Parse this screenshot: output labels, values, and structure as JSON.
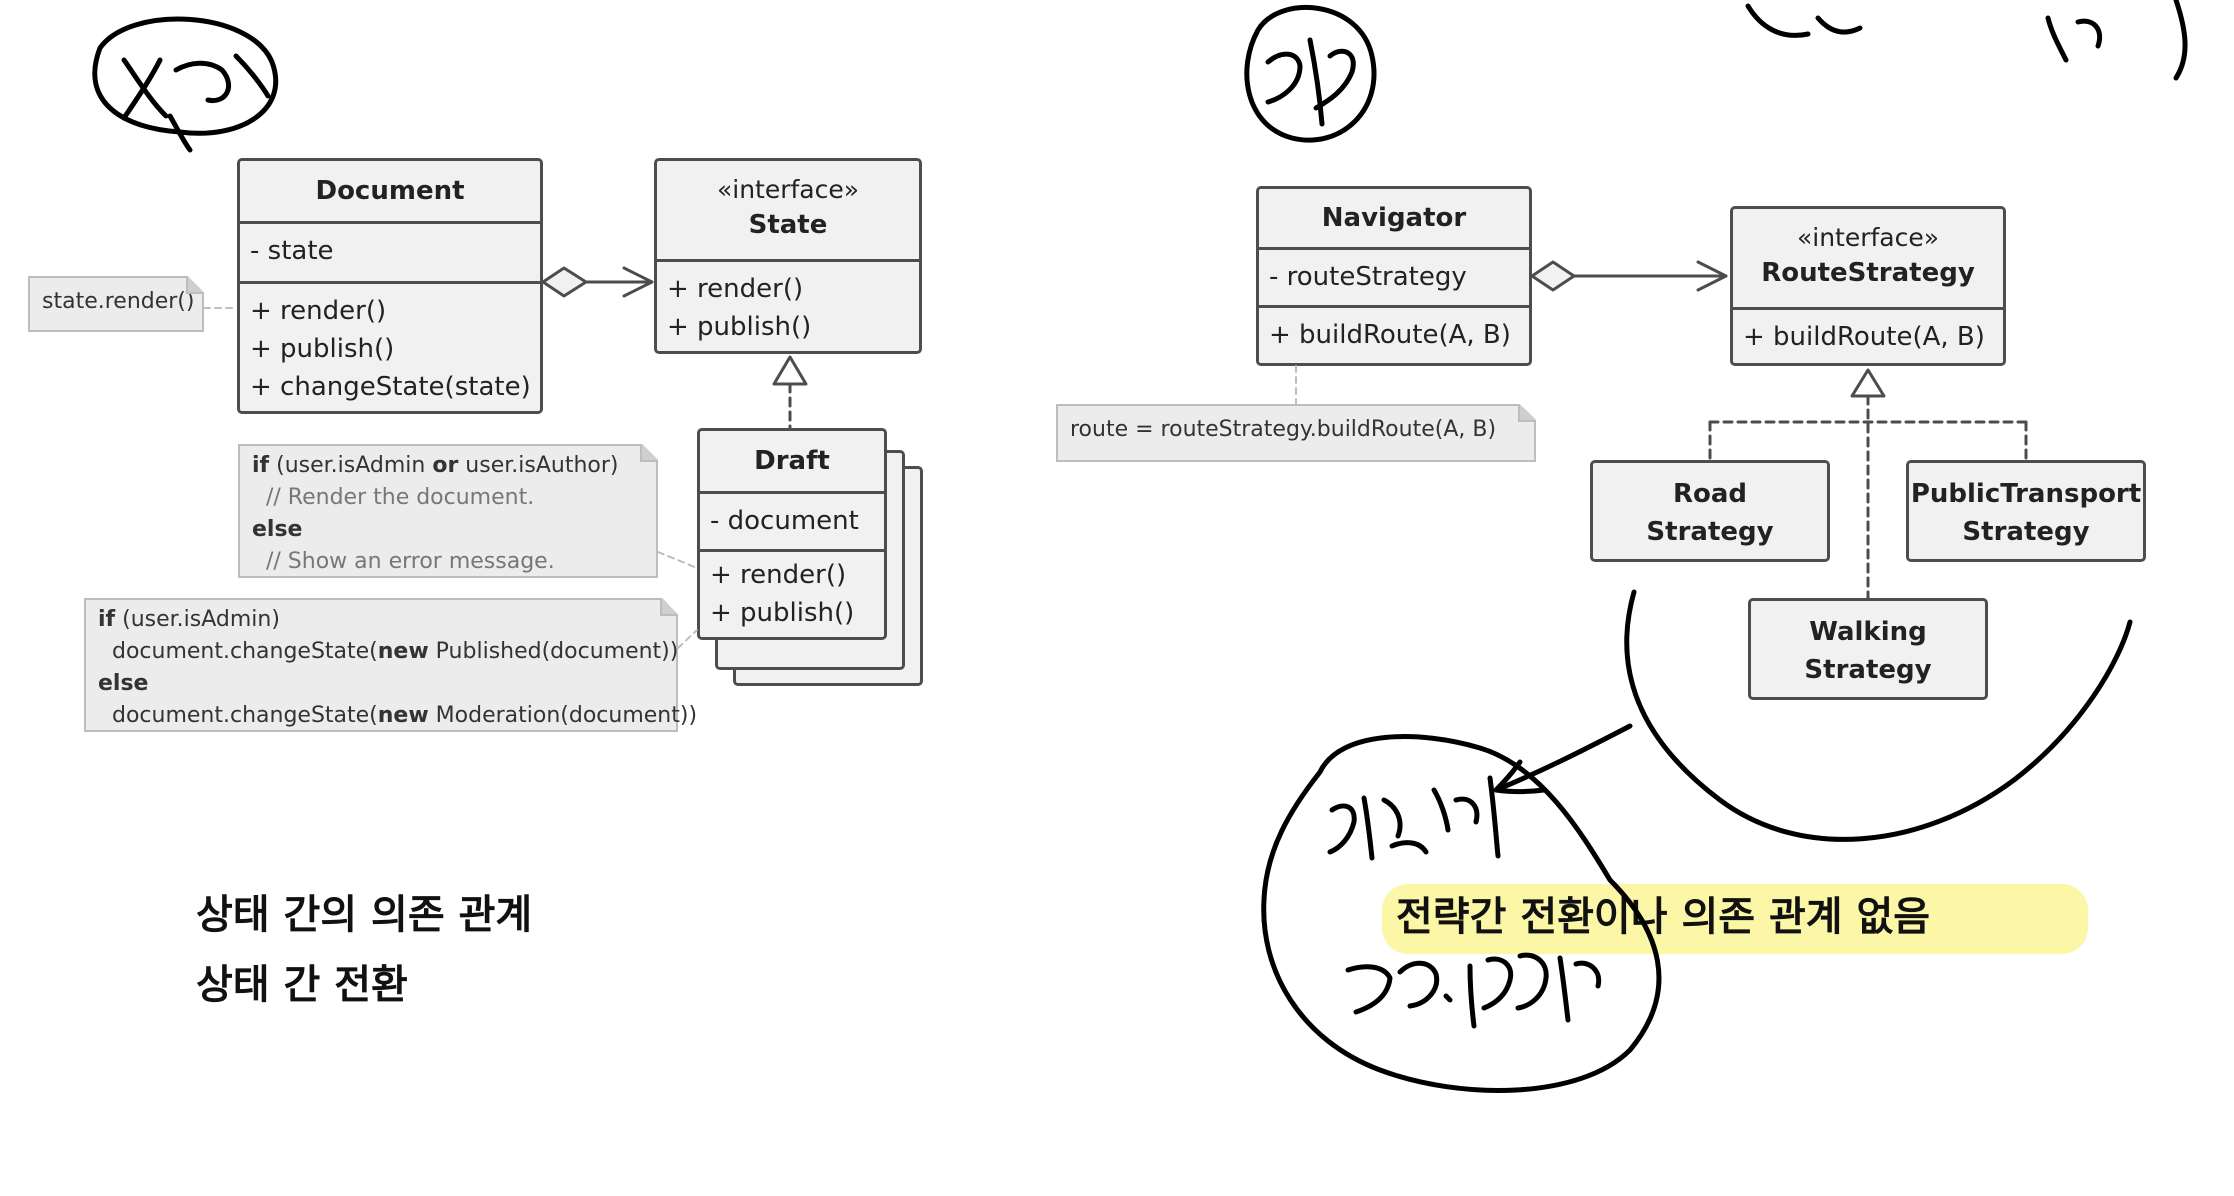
{
  "left": {
    "document": {
      "title": "Document",
      "fields": [
        "- state"
      ],
      "methods": [
        "+ render()",
        "+ publish()",
        "+ changeState(state)"
      ]
    },
    "state": {
      "stereotype": "«interface»",
      "title": "State",
      "methods": [
        "+ render()",
        "+ publish()"
      ]
    },
    "draft": {
      "title": "Draft",
      "fields": [
        "- document"
      ],
      "methods": [
        "+ render()",
        "+ publish()"
      ]
    },
    "note_render": "state.render()",
    "note_draft_render": {
      "l1_kw": "if",
      "l1_a": " (user.isAdmin ",
      "l1_or": "or",
      "l1_b": " user.isAuthor)",
      "l2": "  // Render the document.",
      "l3": "else",
      "l4": "  // Show an error message."
    },
    "note_draft_publish": {
      "l1_kw": "if",
      "l1_a": " (user.isAdmin)",
      "l2_a": "  document.changeState(",
      "l2_new": "new",
      "l2_b": " Published(document))",
      "l3": "else",
      "l4_a": "  document.changeState(",
      "l4_new": "new",
      "l4_b": " Moderation(document))"
    },
    "caption_line1": "상태 간의 의존 관계",
    "caption_line2": "상태 간 전환"
  },
  "right": {
    "navigator": {
      "title": "Navigator",
      "fields": [
        "- routeStrategy"
      ],
      "methods": [
        "+ buildRoute(A, B)"
      ]
    },
    "route_strategy": {
      "stereotype": "«interface»",
      "title": "RouteStrategy",
      "methods": [
        "+ buildRoute(A, B)"
      ]
    },
    "road": {
      "title": [
        "Road",
        "Strategy"
      ]
    },
    "public_transport": {
      "title": [
        "PublicTransport",
        "Strategy"
      ]
    },
    "walking": {
      "title": [
        "Walking",
        "Strategy"
      ]
    },
    "note_route": "route = routeStrategy.buildRoute(A, B)",
    "caption": "전략간 전환이나 의존 관계 없음"
  },
  "handwriting": [
    "상태",
    "전략",
    "전략들이",
    "그냥 나열임"
  ],
  "colors": {
    "box_fill": "#f1f1f1",
    "box_border": "#4d4d4d",
    "note_fill": "#ececec",
    "highlight": "#fbf7a6"
  }
}
